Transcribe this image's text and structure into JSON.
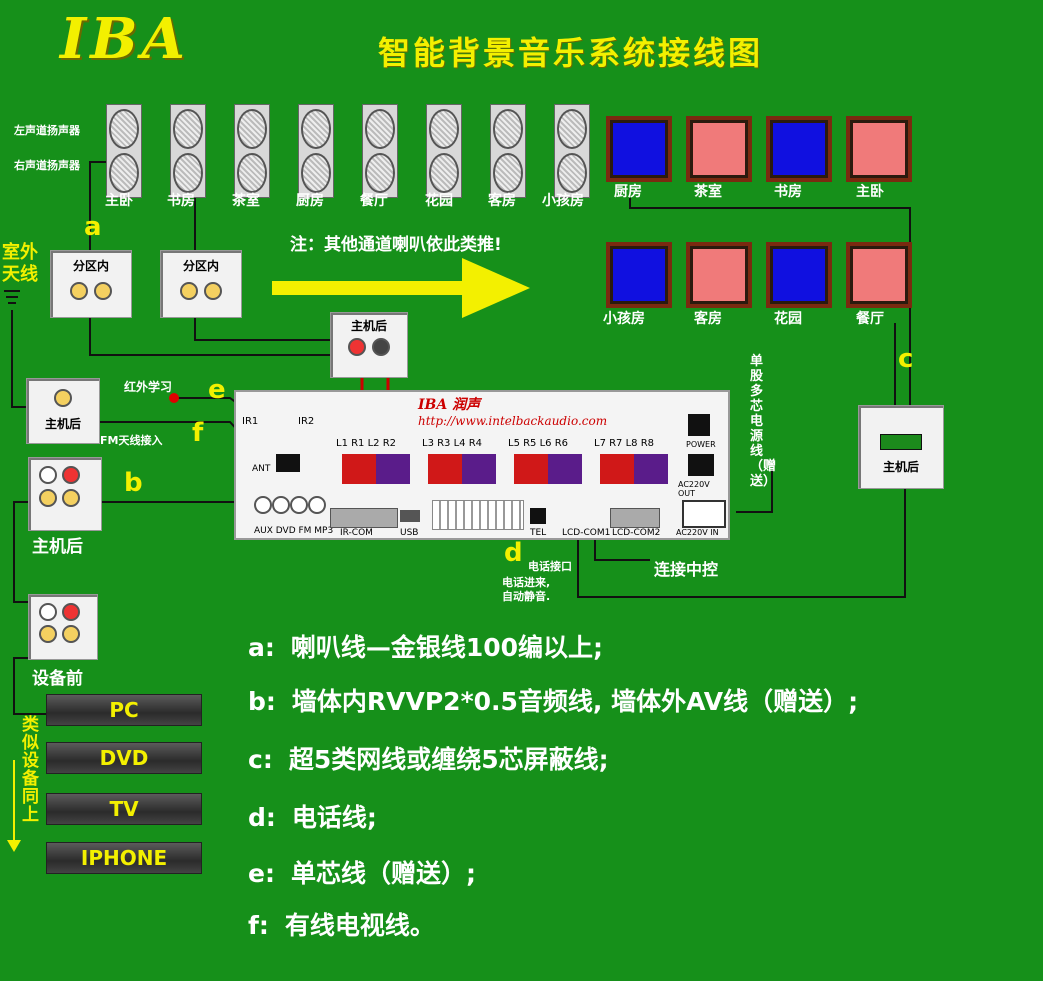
{
  "header": {
    "logo": "IBA",
    "title": "智能背景音乐系统接线图"
  },
  "speaker_labels": {
    "left": "左声道扬声器",
    "right": "右声道扬声器"
  },
  "rooms_top": [
    "主卧",
    "书房",
    "茶室",
    "厨房",
    "餐厅",
    "花园",
    "客房",
    "小孩房"
  ],
  "panels_row1": [
    "厨房",
    "茶室",
    "书房",
    "主卧"
  ],
  "panels_row2": [
    "小孩房",
    "客房",
    "花园",
    "餐厅"
  ],
  "zone_plates": [
    "分区内",
    "分区内"
  ],
  "note": "注：其他通道喇叭依此类推!",
  "antenna": "室外\n天线",
  "host_back": "主机后",
  "host_back_plate": "主机后",
  "fm_label": "FM天线接入",
  "ir_label": "红外学习",
  "device_front": "设备前",
  "similar_devices": "类似设备同上",
  "devices": [
    "PC",
    "DVD",
    "TV",
    "IPHONE"
  ],
  "letters": {
    "a": "a",
    "b": "b",
    "c": "c",
    "d": "d",
    "e": "e",
    "f": "f"
  },
  "power_label": "单股多芯电源线（赠送）",
  "phone_label": "电话接口",
  "phone_note": "电话进来,\n自动静音.",
  "central_control": "连接中控",
  "unit": {
    "brand": "IBA 润声",
    "url": "http://www.intelbackaudio.com",
    "ir1": "IR1",
    "ir2": "IR2",
    "ant": "ANT",
    "channels": [
      "L1 R1 L2 R2",
      "L3 R3 L4 R4",
      "L5 R5 L6 R6",
      "L7 R7 L8 R8"
    ],
    "inputs": "AUX DVD FM MP3",
    "ircom": "IR-COM",
    "usb": "USB",
    "tel": "TEL",
    "lcd1": "LCD-COM1",
    "lcd2": "LCD-COM2",
    "power": "POWER",
    "ac_out": "AC220V OUT",
    "ac_in": "AC220V IN"
  },
  "legend": [
    {
      "k": "a:",
      "v": "喇叭线—金银线100编以上;"
    },
    {
      "k": "b:",
      "v": "墙体内RVVP2*0.5音频线, 墙体外AV线（赠送）;"
    },
    {
      "k": "c:",
      "v": "超5类网线或缠绕5芯屏蔽线;"
    },
    {
      "k": "d:",
      "v": "电话线;"
    },
    {
      "k": "e:",
      "v": "单芯线（赠送）;"
    },
    {
      "k": "f:",
      "v": "有线电视线。"
    }
  ],
  "colors": {
    "background": "#16901a",
    "yellow": "#f3f000",
    "panel_blue": "#1010e0",
    "panel_pink": "#f07a7a"
  }
}
